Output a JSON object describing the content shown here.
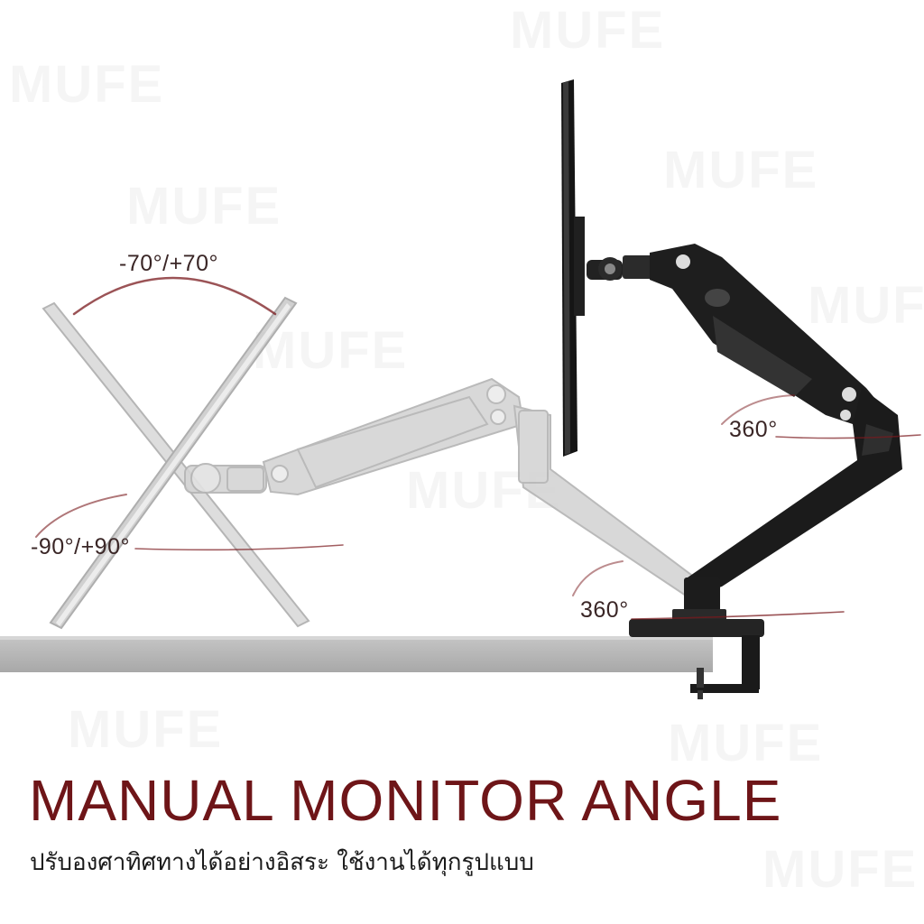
{
  "labels": {
    "tilt": "-70°/+70°",
    "swivel": "-90°/+90°",
    "arm_rotation": "360°",
    "base_rotation": "360°"
  },
  "watermark": "MUFE",
  "headline": "MANUAL MONITOR ANGLE",
  "subline": "ปรับองศาทิศทางได้อย่างอิสระ ใช้งานได้ทุกรูปแบบ",
  "colors": {
    "headline": "#6e1518",
    "arm": "#1f1f1f",
    "ghost": "#cfcfcf",
    "desk": "#b9b9b9",
    "arrow": "#7a1a1e"
  }
}
